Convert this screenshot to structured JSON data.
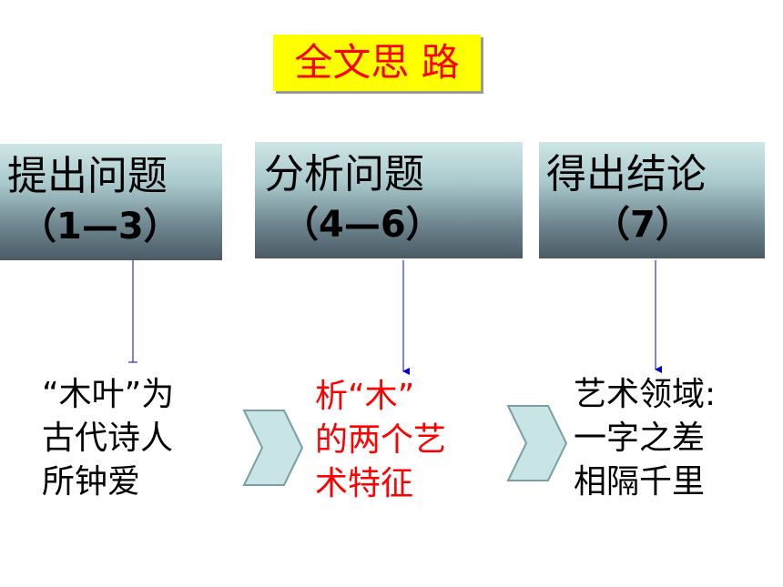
{
  "title": "全文思 路",
  "stages": [
    {
      "heading": "提出问题",
      "range": "（1—3）",
      "details": [
        "“木叶”为",
        "古代诗人",
        "所钟爱"
      ]
    },
    {
      "heading": "分析问题",
      "range": "（4—6）",
      "details": [
        "析“木”",
        "的两个艺",
        "术特征"
      ]
    },
    {
      "heading": "得出结论",
      "range": "（7）",
      "details": [
        "艺术领域:",
        "一字之差",
        "相隔千里"
      ]
    }
  ],
  "colors": {
    "title_bg": "#ffff00",
    "title_text": "#ff0000",
    "highlight_text": "#ff0000",
    "connector": "#0000cc",
    "chevron": "#c8e4e4"
  }
}
